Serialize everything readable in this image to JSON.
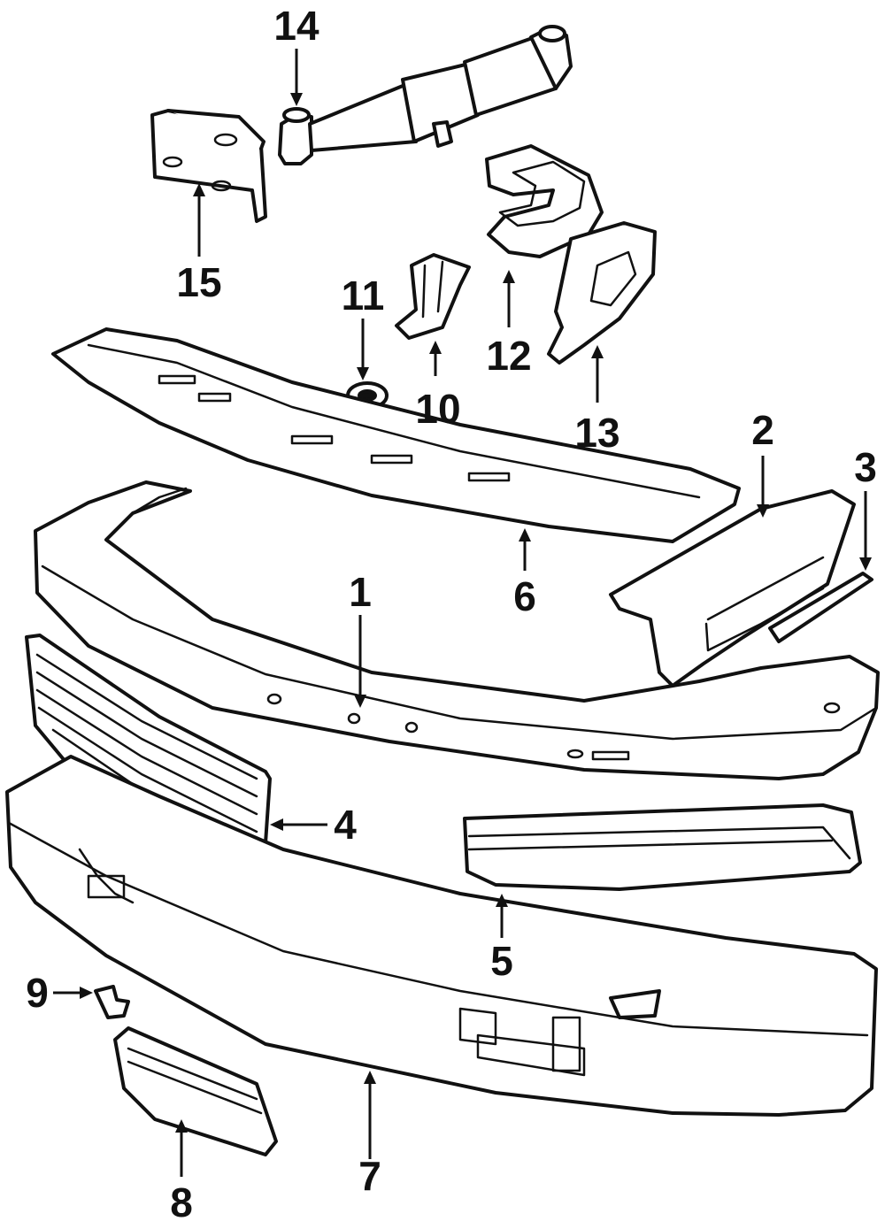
{
  "diagram": {
    "colors": {
      "line": "#111111",
      "background": "#ffffff"
    },
    "callouts": [
      {
        "id": "1",
        "label": "1"
      },
      {
        "id": "2",
        "label": "2"
      },
      {
        "id": "3",
        "label": "3"
      },
      {
        "id": "4",
        "label": "4"
      },
      {
        "id": "5",
        "label": "5"
      },
      {
        "id": "6",
        "label": "6"
      },
      {
        "id": "7",
        "label": "7"
      },
      {
        "id": "8",
        "label": "8"
      },
      {
        "id": "9",
        "label": "9"
      },
      {
        "id": "10",
        "label": "10"
      },
      {
        "id": "11",
        "label": "11"
      },
      {
        "id": "12",
        "label": "12"
      },
      {
        "id": "13",
        "label": "13"
      },
      {
        "id": "14",
        "label": "14"
      },
      {
        "id": "15",
        "label": "15"
      }
    ]
  }
}
